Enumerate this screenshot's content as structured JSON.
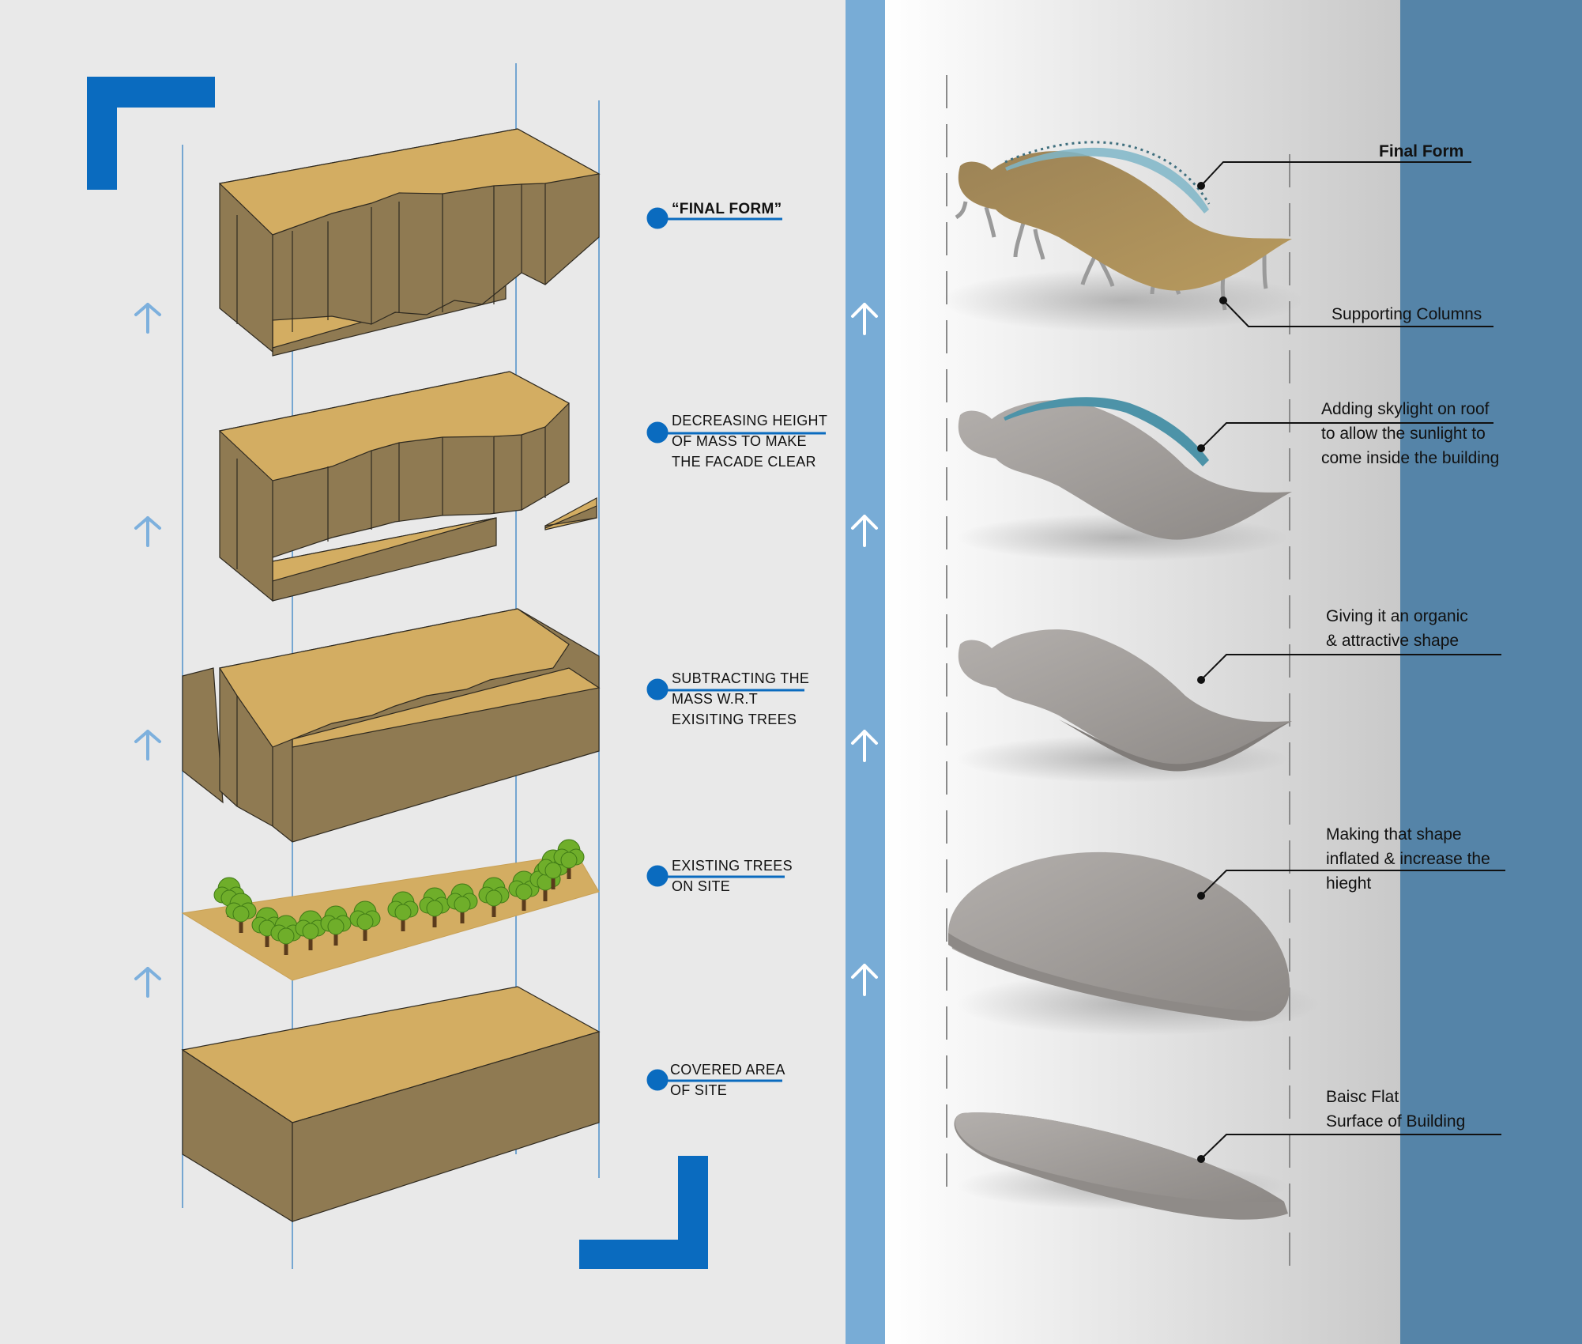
{
  "colors": {
    "accent_blue": "#0a6bbf",
    "light_blue_strip": "#78acd6",
    "dark_blue_panel": "#5584a8",
    "mass_top": "#d3ad62",
    "mass_side": "#8f7a52",
    "tree_green": "#6fae2a",
    "grey_form": "#9e9a97",
    "skylight": "#4d93a8"
  },
  "left_steps": [
    {
      "lines": [
        "“FINAL FORM”"
      ],
      "bold": true
    },
    {
      "lines": [
        "DECREASING HEIGHT",
        "OF MASS TO MAKE",
        "THE FACADE CLEAR"
      ],
      "bold": false
    },
    {
      "lines": [
        "SUBTRACTING THE",
        "MASS W.R.T",
        "EXISITING TREES"
      ],
      "bold": false
    },
    {
      "lines": [
        "EXISTING TREES",
        "ON SITE"
      ],
      "bold": false
    },
    {
      "lines": [
        "COVERED AREA",
        "OF SITE"
      ],
      "bold": false
    }
  ],
  "right_steps": [
    {
      "lines": [
        "Final Form"
      ],
      "bold": true
    },
    {
      "lines": [
        "Supporting Columns"
      ],
      "bold": false
    },
    {
      "lines": [
        "Adding skylight on roof",
        "to allow the sunlight to",
        "come inside the building"
      ],
      "bold": false
    },
    {
      "lines": [
        "Giving it an organic",
        "& attractive shape"
      ],
      "bold": false
    },
    {
      "lines": [
        "Making that shape",
        "inflated & increase the",
        "hieght"
      ],
      "bold": false
    },
    {
      "lines": [
        "Baisc Flat",
        "Surface of Building"
      ],
      "bold": false
    }
  ],
  "icons": [
    "up-arrow-icon",
    "corner-bracket",
    "label-dot-icon",
    "tree-icon"
  ]
}
